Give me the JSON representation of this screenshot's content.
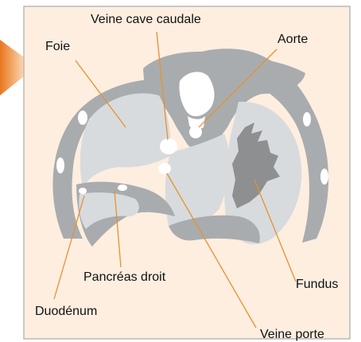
{
  "diagram": {
    "labels": {
      "veine_cave_caudale": "Veine cave caudale",
      "foie": "Foie",
      "aorte": "Aorte",
      "pancreas_droit": "Pancréas droit",
      "fundus": "Fundus",
      "duodenum": "Duodénum",
      "veine_porte": "Veine porte"
    },
    "colors": {
      "background": "#fdeee0",
      "border": "#b9b9b9",
      "organ_light": "#d8dbdd",
      "organ_mid": "#a9acae",
      "organ_dark": "#8d8f91",
      "bone": "#ffffff",
      "leader_line": "#e8912e",
      "tab_accent": "#f29a3a"
    }
  }
}
